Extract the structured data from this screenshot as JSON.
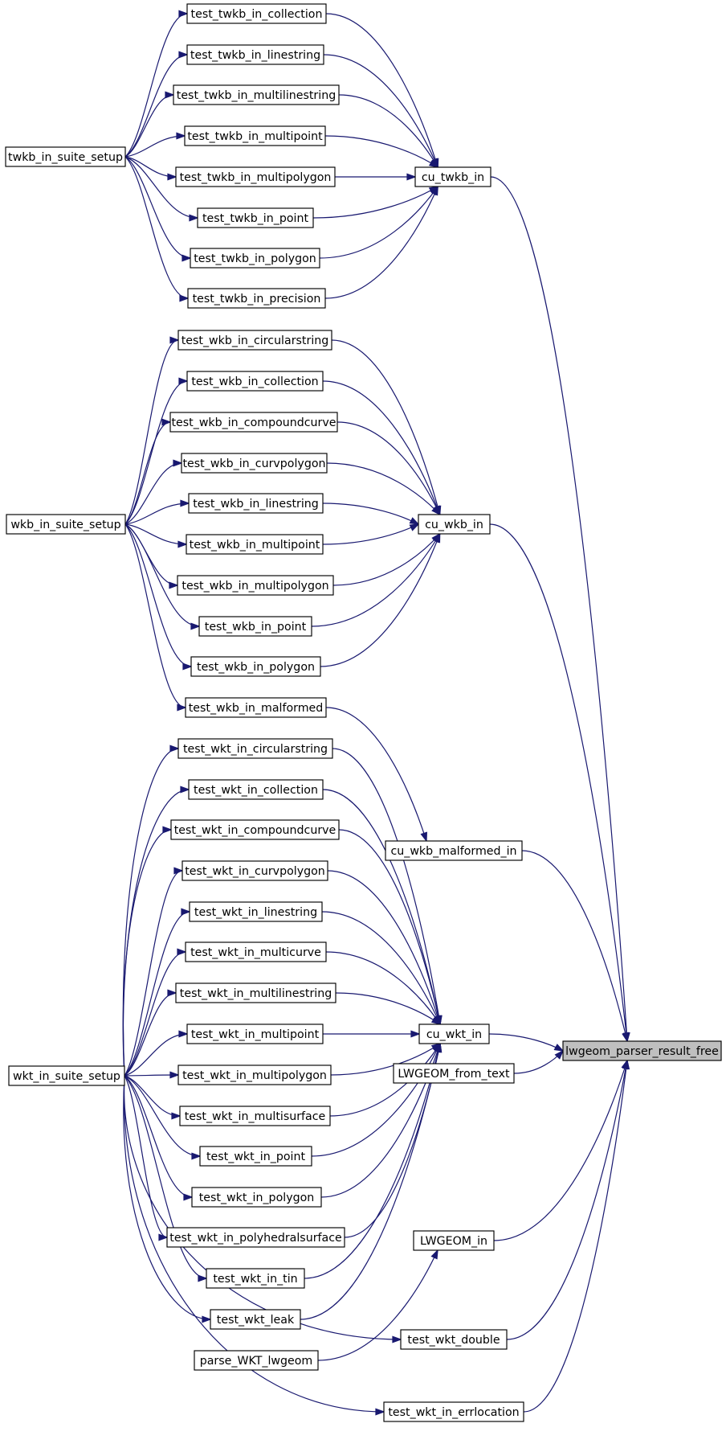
{
  "graph": {
    "focus": "lwgeom_parser_result_free",
    "nodes": {
      "lwgeom_parser_result_free": "lwgeom_parser_result_free",
      "cu_twkb_in": "cu_twkb_in",
      "cu_wkb_in": "cu_wkb_in",
      "cu_wkb_malformed_in": "cu_wkb_malformed_in",
      "cu_wkt_in": "cu_wkt_in",
      "LWGEOM_from_text": "LWGEOM_from_text",
      "LWGEOM_in": "LWGEOM_in",
      "test_wkt_double": "test_wkt_double",
      "test_wkt_in_errlocation": "test_wkt_in_errlocation",
      "parse_WKT_lwgeom": "parse_WKT_lwgeom",
      "twkb_in_suite_setup": "twkb_in_suite_setup",
      "wkb_in_suite_setup": "wkb_in_suite_setup",
      "wkt_in_suite_setup": "wkt_in_suite_setup",
      "test_twkb_in_collection": "test_twkb_in_collection",
      "test_twkb_in_linestring": "test_twkb_in_linestring",
      "test_twkb_in_multilinestring": "test_twkb_in_multilinestring",
      "test_twkb_in_multipoint": "test_twkb_in_multipoint",
      "test_twkb_in_multipolygon": "test_twkb_in_multipolygon",
      "test_twkb_in_point": "test_twkb_in_point",
      "test_twkb_in_polygon": "test_twkb_in_polygon",
      "test_twkb_in_precision": "test_twkb_in_precision",
      "test_wkb_in_circularstring": "test_wkb_in_circularstring",
      "test_wkb_in_collection": "test_wkb_in_collection",
      "test_wkb_in_compoundcurve": "test_wkb_in_compoundcurve",
      "test_wkb_in_curvpolygon": "test_wkb_in_curvpolygon",
      "test_wkb_in_linestring": "test_wkb_in_linestring",
      "test_wkb_in_multipoint": "test_wkb_in_multipoint",
      "test_wkb_in_multipolygon": "test_wkb_in_multipolygon",
      "test_wkb_in_point": "test_wkb_in_point",
      "test_wkb_in_polygon": "test_wkb_in_polygon",
      "test_wkb_in_malformed": "test_wkb_in_malformed",
      "test_wkt_in_circularstring": "test_wkt_in_circularstring",
      "test_wkt_in_collection": "test_wkt_in_collection",
      "test_wkt_in_compoundcurve": "test_wkt_in_compoundcurve",
      "test_wkt_in_curvpolygon": "test_wkt_in_curvpolygon",
      "test_wkt_in_linestring": "test_wkt_in_linestring",
      "test_wkt_in_multicurve": "test_wkt_in_multicurve",
      "test_wkt_in_multilinestring": "test_wkt_in_multilinestring",
      "test_wkt_in_multipoint": "test_wkt_in_multipoint",
      "test_wkt_in_multipolygon": "test_wkt_in_multipolygon",
      "test_wkt_in_multisurface": "test_wkt_in_multisurface",
      "test_wkt_in_point": "test_wkt_in_point",
      "test_wkt_in_polygon": "test_wkt_in_polygon",
      "test_wkt_in_polyhedralsurface": "test_wkt_in_polyhedralsurface",
      "test_wkt_in_tin": "test_wkt_in_tin",
      "test_wkt_leak": "test_wkt_leak"
    },
    "edges": [
      [
        "cu_twkb_in",
        "lwgeom_parser_result_free"
      ],
      [
        "cu_wkb_in",
        "lwgeom_parser_result_free"
      ],
      [
        "cu_wkb_malformed_in",
        "lwgeom_parser_result_free"
      ],
      [
        "cu_wkt_in",
        "lwgeom_parser_result_free"
      ],
      [
        "LWGEOM_from_text",
        "lwgeom_parser_result_free"
      ],
      [
        "LWGEOM_in",
        "lwgeom_parser_result_free"
      ],
      [
        "test_wkt_double",
        "lwgeom_parser_result_free"
      ],
      [
        "test_wkt_in_errlocation",
        "lwgeom_parser_result_free"
      ],
      [
        "test_twkb_in_collection",
        "cu_twkb_in"
      ],
      [
        "test_twkb_in_linestring",
        "cu_twkb_in"
      ],
      [
        "test_twkb_in_multilinestring",
        "cu_twkb_in"
      ],
      [
        "test_twkb_in_multipoint",
        "cu_twkb_in"
      ],
      [
        "test_twkb_in_multipolygon",
        "cu_twkb_in"
      ],
      [
        "test_twkb_in_point",
        "cu_twkb_in"
      ],
      [
        "test_twkb_in_polygon",
        "cu_twkb_in"
      ],
      [
        "test_twkb_in_precision",
        "cu_twkb_in"
      ],
      [
        "twkb_in_suite_setup",
        "test_twkb_in_collection"
      ],
      [
        "twkb_in_suite_setup",
        "test_twkb_in_linestring"
      ],
      [
        "twkb_in_suite_setup",
        "test_twkb_in_multilinestring"
      ],
      [
        "twkb_in_suite_setup",
        "test_twkb_in_multipoint"
      ],
      [
        "twkb_in_suite_setup",
        "test_twkb_in_multipolygon"
      ],
      [
        "twkb_in_suite_setup",
        "test_twkb_in_point"
      ],
      [
        "twkb_in_suite_setup",
        "test_twkb_in_polygon"
      ],
      [
        "twkb_in_suite_setup",
        "test_twkb_in_precision"
      ],
      [
        "test_wkb_in_circularstring",
        "cu_wkb_in"
      ],
      [
        "test_wkb_in_collection",
        "cu_wkb_in"
      ],
      [
        "test_wkb_in_compoundcurve",
        "cu_wkb_in"
      ],
      [
        "test_wkb_in_curvpolygon",
        "cu_wkb_in"
      ],
      [
        "test_wkb_in_linestring",
        "cu_wkb_in"
      ],
      [
        "test_wkb_in_multipoint",
        "cu_wkb_in"
      ],
      [
        "test_wkb_in_multipolygon",
        "cu_wkb_in"
      ],
      [
        "test_wkb_in_point",
        "cu_wkb_in"
      ],
      [
        "test_wkb_in_polygon",
        "cu_wkb_in"
      ],
      [
        "wkb_in_suite_setup",
        "test_wkb_in_circularstring"
      ],
      [
        "wkb_in_suite_setup",
        "test_wkb_in_collection"
      ],
      [
        "wkb_in_suite_setup",
        "test_wkb_in_compoundcurve"
      ],
      [
        "wkb_in_suite_setup",
        "test_wkb_in_curvpolygon"
      ],
      [
        "wkb_in_suite_setup",
        "test_wkb_in_linestring"
      ],
      [
        "wkb_in_suite_setup",
        "test_wkb_in_multipoint"
      ],
      [
        "wkb_in_suite_setup",
        "test_wkb_in_multipolygon"
      ],
      [
        "wkb_in_suite_setup",
        "test_wkb_in_point"
      ],
      [
        "wkb_in_suite_setup",
        "test_wkb_in_polygon"
      ],
      [
        "wkb_in_suite_setup",
        "test_wkb_in_malformed"
      ],
      [
        "test_wkb_in_malformed",
        "cu_wkb_malformed_in"
      ],
      [
        "test_wkt_in_circularstring",
        "cu_wkt_in"
      ],
      [
        "test_wkt_in_collection",
        "cu_wkt_in"
      ],
      [
        "test_wkt_in_compoundcurve",
        "cu_wkt_in"
      ],
      [
        "test_wkt_in_curvpolygon",
        "cu_wkt_in"
      ],
      [
        "test_wkt_in_linestring",
        "cu_wkt_in"
      ],
      [
        "test_wkt_in_multicurve",
        "cu_wkt_in"
      ],
      [
        "test_wkt_in_multilinestring",
        "cu_wkt_in"
      ],
      [
        "test_wkt_in_multipoint",
        "cu_wkt_in"
      ],
      [
        "test_wkt_in_multipolygon",
        "cu_wkt_in"
      ],
      [
        "test_wkt_in_multisurface",
        "cu_wkt_in"
      ],
      [
        "test_wkt_in_point",
        "cu_wkt_in"
      ],
      [
        "test_wkt_in_polygon",
        "cu_wkt_in"
      ],
      [
        "test_wkt_in_polyhedralsurface",
        "cu_wkt_in"
      ],
      [
        "test_wkt_in_tin",
        "cu_wkt_in"
      ],
      [
        "test_wkt_leak",
        "cu_wkt_in"
      ],
      [
        "wkt_in_suite_setup",
        "test_wkt_in_circularstring"
      ],
      [
        "wkt_in_suite_setup",
        "test_wkt_in_collection"
      ],
      [
        "wkt_in_suite_setup",
        "test_wkt_in_compoundcurve"
      ],
      [
        "wkt_in_suite_setup",
        "test_wkt_in_curvpolygon"
      ],
      [
        "wkt_in_suite_setup",
        "test_wkt_in_linestring"
      ],
      [
        "wkt_in_suite_setup",
        "test_wkt_in_multicurve"
      ],
      [
        "wkt_in_suite_setup",
        "test_wkt_in_multilinestring"
      ],
      [
        "wkt_in_suite_setup",
        "test_wkt_in_multipoint"
      ],
      [
        "wkt_in_suite_setup",
        "test_wkt_in_multipolygon"
      ],
      [
        "wkt_in_suite_setup",
        "test_wkt_in_multisurface"
      ],
      [
        "wkt_in_suite_setup",
        "test_wkt_in_point"
      ],
      [
        "wkt_in_suite_setup",
        "test_wkt_in_polygon"
      ],
      [
        "wkt_in_suite_setup",
        "test_wkt_in_polyhedralsurface"
      ],
      [
        "wkt_in_suite_setup",
        "test_wkt_in_tin"
      ],
      [
        "wkt_in_suite_setup",
        "test_wkt_leak"
      ],
      [
        "wkt_in_suite_setup",
        "test_wkt_double"
      ],
      [
        "wkt_in_suite_setup",
        "test_wkt_in_errlocation"
      ],
      [
        "parse_WKT_lwgeom",
        "LWGEOM_in"
      ]
    ],
    "colors": {
      "edge": "#191970",
      "focus_fill": "#bfbfbf",
      "node_fill": "#ffffff",
      "node_border": "#000000"
    }
  }
}
